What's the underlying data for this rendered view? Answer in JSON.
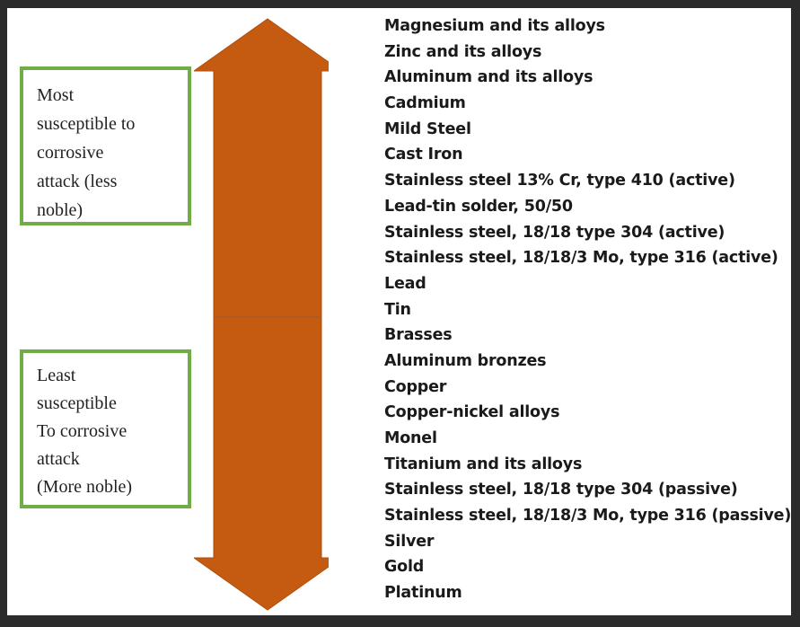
{
  "top_box": {
    "lines": [
      "Most",
      "susceptible to",
      "corrosive",
      "attack (less",
      "noble)"
    ]
  },
  "bottom_box": {
    "lines": [
      "Least",
      "susceptible",
      "To corrosive",
      "attack",
      "(More noble)"
    ]
  },
  "arrow": {
    "color": "#c55a11",
    "icon": "double-headed-vertical-arrow"
  },
  "box_border_color": "#70ad47",
  "galvanic_series": [
    "Magnesium and its alloys",
    "Zinc and its alloys",
    "Aluminum and its alloys",
    "Cadmium",
    "Mild Steel",
    "Cast Iron",
    "Stainless steel 13% Cr, type 410 (active)",
    "Lead-tin solder, 50/50",
    "Stainless steel, 18/18 type 304 (active)",
    "Stainless steel, 18/18/3 Mo, type 316 (active)",
    "Lead",
    "Tin",
    "Brasses",
    "Aluminum bronzes",
    "Copper",
    "Copper-nickel alloys",
    "Monel",
    "Titanium and its alloys",
    "Stainless steel, 18/18 type 304 (passive)",
    "Stainless steel, 18/18/3 Mo, type 316 (passive)",
    "Silver",
    "Gold",
    "Platinum"
  ]
}
